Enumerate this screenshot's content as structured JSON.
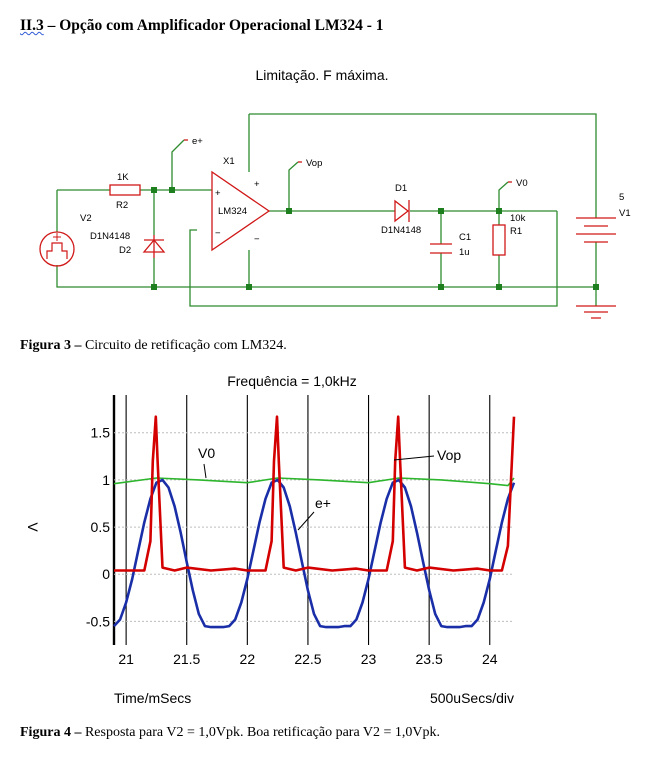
{
  "heading": {
    "number": "II.3",
    "rest": " – Opção com Amplificador Operacional LM324 - 1"
  },
  "circuit": {
    "title": "Limitação. F máxima.",
    "labels": {
      "x1": "X1",
      "opamp": "LM324",
      "plus": "+",
      "minus": "−",
      "out_plus": "+",
      "out_minus": "−",
      "r2_value": "1K",
      "r2_name": "R2",
      "v2_name": "V2",
      "d2_model": "D1N4148",
      "d2_name": "D2",
      "d1_name": "D1",
      "d1_model": "D1N4148",
      "c1_name": "C1",
      "c1_value": "1u",
      "r1_value": "10k",
      "r1_name": "R1",
      "v1_value": "5",
      "v1_name": "V1",
      "probe_eplus": "e+",
      "probe_vop": "Vop",
      "probe_v0": "V0"
    }
  },
  "captions": {
    "fig3_label": "Figura 3 –",
    "fig3_text": " Circuito de retificação com LM324.",
    "fig4_label": "Figura 4 –",
    "fig4_text": " Resposta para V2 = 1,0Vpk. Boa retificação para V2 = 1,0Vpk."
  },
  "chart_data": {
    "type": "line",
    "title": "Frequência = 1,0kHz",
    "xlabel": "Time/mSecs",
    "xlabel_right": "500uSecs/div",
    "ylabel": "V",
    "xlim": [
      20.9,
      24.2
    ],
    "ylim": [
      -0.75,
      1.9
    ],
    "xticks": [
      "21",
      "21.5",
      "22",
      "22.5",
      "23",
      "23.5",
      "24"
    ],
    "xtick_values": [
      21,
      21.5,
      22,
      22.5,
      23,
      23.5,
      24
    ],
    "yticks": [
      "1.5",
      "1",
      "0.5",
      "0",
      "-0.5"
    ],
    "ytick_values": [
      1.5,
      1,
      0.5,
      0,
      -0.5
    ],
    "grid": true,
    "series": [
      {
        "name": "Vop",
        "color": "#d40000",
        "x": [
          20.9,
          21.1,
          21.15,
          21.2,
          21.22,
          21.245,
          21.26,
          21.3,
          21.4,
          21.5,
          21.7,
          21.9,
          22.0,
          22.1,
          22.15,
          22.2,
          22.22,
          22.245,
          22.26,
          22.3,
          22.4,
          22.5,
          22.7,
          22.9,
          23.0,
          23.1,
          23.15,
          23.2,
          23.22,
          23.245,
          23.26,
          23.3,
          23.4,
          23.5,
          23.7,
          23.9,
          24.0,
          24.1,
          24.15,
          24.2
        ],
        "y": [
          0.04,
          0.04,
          0.04,
          0.35,
          1.2,
          1.67,
          1.2,
          0.07,
          0.04,
          0.07,
          0.04,
          0.06,
          0.04,
          0.04,
          0.04,
          0.35,
          1.2,
          1.67,
          1.2,
          0.07,
          0.04,
          0.07,
          0.04,
          0.06,
          0.04,
          0.04,
          0.04,
          0.35,
          1.2,
          1.67,
          1.2,
          0.07,
          0.04,
          0.07,
          0.04,
          0.06,
          0.04,
          0.04,
          0.3,
          1.67
        ]
      },
      {
        "name": "V0",
        "color": "#2db52d",
        "x": [
          20.9,
          21.25,
          21.6,
          22.0,
          22.25,
          22.6,
          23.0,
          23.25,
          23.6,
          24.0,
          24.15,
          24.2
        ],
        "y": [
          0.96,
          1.02,
          1.0,
          0.97,
          1.02,
          1.0,
          0.97,
          1.02,
          1.0,
          0.96,
          0.94,
          1.02
        ]
      },
      {
        "name": "e+",
        "color": "#1a2ea8",
        "x": [
          20.9,
          20.95,
          21.0,
          21.05,
          21.1,
          21.15,
          21.2,
          21.25,
          21.3,
          21.35,
          21.4,
          21.45,
          21.5,
          21.55,
          21.6,
          21.65,
          21.7,
          21.75,
          21.8,
          21.85,
          21.9,
          21.95,
          22.0,
          22.05,
          22.1,
          22.15,
          22.2,
          22.25,
          22.3,
          22.35,
          22.4,
          22.45,
          22.5,
          22.55,
          22.6,
          22.65,
          22.7,
          22.75,
          22.8,
          22.85,
          22.9,
          22.95,
          23.0,
          23.05,
          23.1,
          23.15,
          23.2,
          23.25,
          23.3,
          23.35,
          23.4,
          23.45,
          23.5,
          23.55,
          23.6,
          23.65,
          23.7,
          23.75,
          23.8,
          23.85,
          23.9,
          23.95,
          24.0,
          24.05,
          24.1,
          24.15,
          24.2
        ],
        "y": [
          -0.55,
          -0.48,
          -0.3,
          -0.05,
          0.25,
          0.55,
          0.8,
          0.97,
          1.0,
          0.92,
          0.72,
          0.44,
          0.13,
          -0.17,
          -0.42,
          -0.55,
          -0.56,
          -0.56,
          -0.56,
          -0.55,
          -0.48,
          -0.3,
          -0.05,
          0.25,
          0.55,
          0.8,
          0.97,
          1.0,
          0.92,
          0.72,
          0.44,
          0.13,
          -0.17,
          -0.42,
          -0.55,
          -0.56,
          -0.56,
          -0.56,
          -0.55,
          -0.55,
          -0.48,
          -0.3,
          -0.05,
          0.25,
          0.55,
          0.8,
          0.97,
          1.0,
          0.92,
          0.72,
          0.44,
          0.13,
          -0.17,
          -0.42,
          -0.55,
          -0.56,
          -0.56,
          -0.56,
          -0.55,
          -0.55,
          -0.48,
          -0.3,
          -0.05,
          0.25,
          0.55,
          0.8,
          0.97
        ]
      }
    ],
    "annotations": [
      {
        "text": "V0",
        "series": "V0"
      },
      {
        "text": "Vop",
        "series": "Vop"
      },
      {
        "text": "e+",
        "series": "e+"
      }
    ]
  }
}
